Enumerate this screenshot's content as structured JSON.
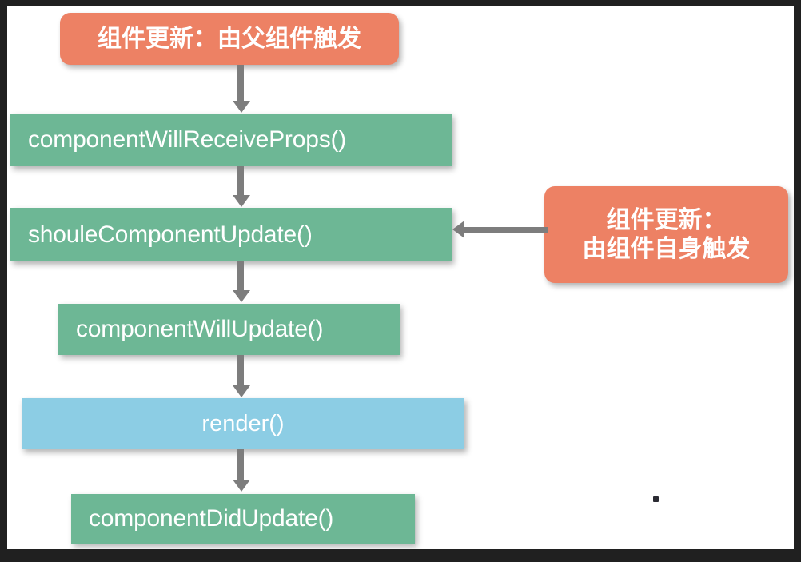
{
  "diagram": {
    "title": "React component update lifecycle flowchart",
    "canvas_background": "#ffffff",
    "frame_color": "#202020",
    "colors": {
      "trigger": "#ed8164",
      "process": "#6db795",
      "render": "#8ccde4",
      "arrow": "#7d7d7d",
      "text": "#ffffff"
    },
    "nodes": {
      "parent_trigger": {
        "label": "组件更新：由父组件触发",
        "kind": "trigger",
        "color": "#ed8164"
      },
      "component_will_receive_props": {
        "label": "componentWillReceiveProps()",
        "kind": "process",
        "color": "#6db795"
      },
      "should_component_update": {
        "label": "shouleComponentUpdate()",
        "kind": "process",
        "color": "#6db795"
      },
      "self_trigger": {
        "label": "组件更新：\n由组件自身触发",
        "kind": "trigger",
        "color": "#ed8164"
      },
      "component_will_update": {
        "label": "componentWillUpdate()",
        "kind": "process",
        "color": "#6db795"
      },
      "render": {
        "label": "render()",
        "kind": "render",
        "color": "#8ccde4"
      },
      "component_did_update": {
        "label": "componentDidUpdate()",
        "kind": "process",
        "color": "#6db795"
      }
    },
    "edges": [
      {
        "from": "parent_trigger",
        "to": "component_will_receive_props",
        "direction": "down"
      },
      {
        "from": "component_will_receive_props",
        "to": "should_component_update",
        "direction": "down"
      },
      {
        "from": "should_component_update",
        "to": "component_will_update",
        "direction": "down"
      },
      {
        "from": "component_will_update",
        "to": "render",
        "direction": "down"
      },
      {
        "from": "render",
        "to": "component_did_update",
        "direction": "down"
      },
      {
        "from": "self_trigger",
        "to": "should_component_update",
        "direction": "left"
      }
    ]
  }
}
